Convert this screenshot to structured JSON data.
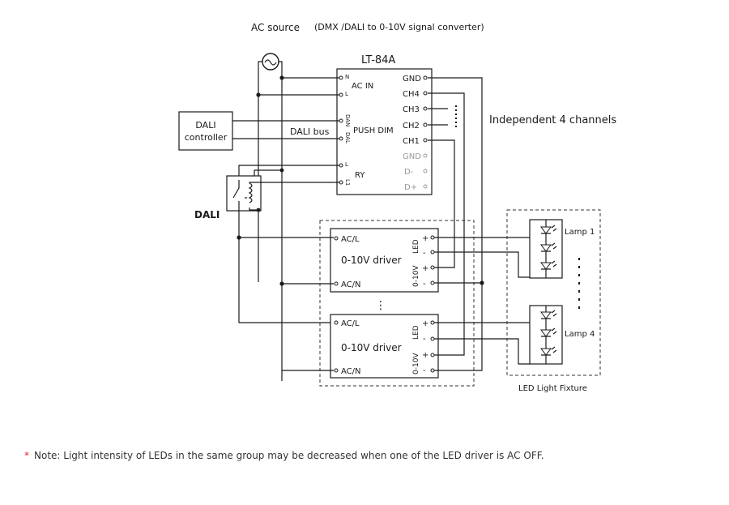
{
  "header": {
    "ac_source": "AC source",
    "subtitle": "(DMX /DALI to 0-10V signal converter)"
  },
  "converter": {
    "model": "LT-84A",
    "ac_in": "AC IN",
    "push_dim": "PUSH DIM",
    "ry": "RY",
    "pin_n": "N",
    "pin_l": "L",
    "pin_dan": "DAN",
    "pin_dal": "DAL",
    "pin_ry_l": "L",
    "pin_l1": "L1",
    "right_pins": [
      "GND",
      "CH4",
      "CH3",
      "CH2",
      "CH1",
      "GND",
      "D-",
      "D+"
    ]
  },
  "dali_controller": {
    "line1": "DALI",
    "line2": "controller"
  },
  "dali_bus": "DALI bus",
  "dali_label": "DALI",
  "channels_label": "Independent 4 channels",
  "driver": {
    "name": "0-10V driver",
    "ac_l": "AC/L",
    "ac_n": "AC/N",
    "led": "LED",
    "dim": "0-10V",
    "plus": "+",
    "minus": "-"
  },
  "ellipsis": "⋮",
  "lamps": {
    "lamp1": "Lamp 1",
    "lamp4": "Lamp 4"
  },
  "fixture_label": "LED Light Fixture",
  "icons": {
    "ac_source": "ac-source-symbol-icon",
    "led": "led-diode-icon",
    "relay": "relay-switch-icon"
  },
  "note": {
    "star": "*",
    "text": "Note: Light intensity of LEDs in the same group may be decreased when one of the LED driver is AC OFF."
  },
  "colors": {
    "accent": "#d9272e",
    "line": "#1a1a1a",
    "disabled": "#9a9a9a"
  }
}
